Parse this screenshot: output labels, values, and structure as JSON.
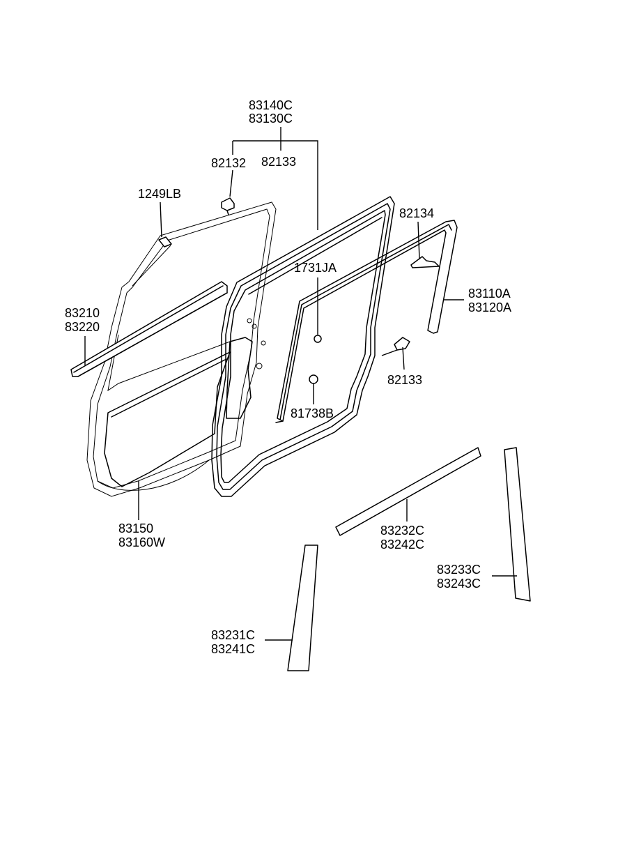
{
  "labels": {
    "p83140C": "83140C",
    "p83130C": "83130C",
    "p82132": "82132",
    "p82133_top": "82133",
    "p1249LB": "1249LB",
    "p82134": "82134",
    "p1731JA": "1731JA",
    "p83110A": "83110A",
    "p83120A": "83120A",
    "p83210": "83210",
    "p83220": "83220",
    "p82133_right": "82133",
    "p81738B": "81738B",
    "p83150": "83150",
    "p83160W": "83160W",
    "p83232C": "83232C",
    "p83242C": "83242C",
    "p83233C": "83233C",
    "p83243C": "83243C",
    "p83231C": "83231C",
    "p83241C": "83241C"
  },
  "colors": {
    "line": "#000000",
    "background": "#ffffff"
  }
}
